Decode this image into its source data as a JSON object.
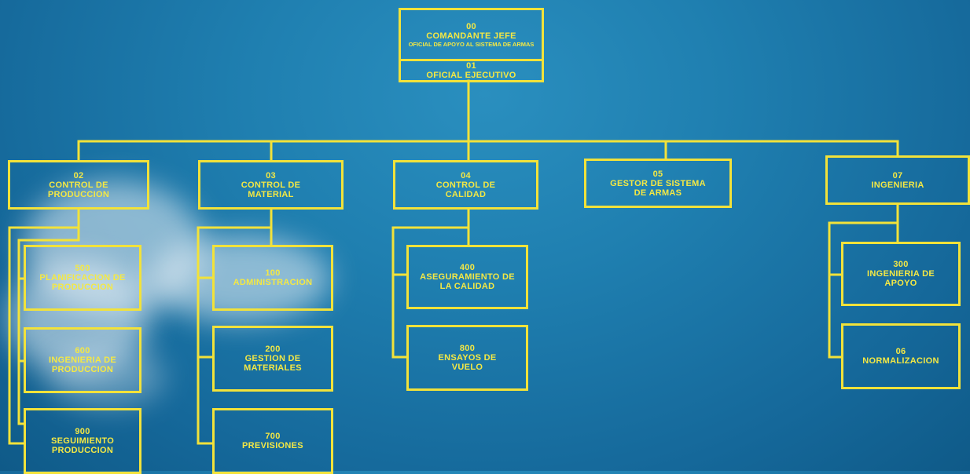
{
  "top": {
    "code": "00",
    "title": "COMANDANTE JEFE",
    "subtitle": "OFICIAL DE APOYO AL SISTEMA DE ARMAS",
    "code2": "01",
    "title2": "OFICIAL EJECUTIVO"
  },
  "departments": [
    {
      "code": "02",
      "line1": "CONTROL DE",
      "line2": "PRODUCCION",
      "children": [
        {
          "code": "500",
          "line1": "PLANIFICACION DE",
          "line2": "PRODUCCION"
        },
        {
          "code": "600",
          "line1": "INGENIERIA DE",
          "line2": "PRODUCCION"
        },
        {
          "code": "900",
          "line1": "SEGUIMIENTO",
          "line2": "PRODUCCION"
        }
      ]
    },
    {
      "code": "03",
      "line1": "CONTROL DE",
      "line2": "MATERIAL",
      "children": [
        {
          "code": "100",
          "line1": "ADMINISTRACION",
          "line2": ""
        },
        {
          "code": "200",
          "line1": "GESTION DE",
          "line2": "MATERIALES"
        },
        {
          "code": "700",
          "line1": "PREVISIONES",
          "line2": ""
        }
      ]
    },
    {
      "code": "04",
      "line1": "CONTROL DE",
      "line2": "CALIDAD",
      "children": [
        {
          "code": "400",
          "line1": "ASEGURAMIENTO DE",
          "line2": "LA CALIDAD"
        },
        {
          "code": "800",
          "line1": "ENSAYOS DE",
          "line2": "VUELO"
        }
      ]
    },
    {
      "code": "05",
      "line1": "GESTOR DE SISTEMA",
      "line2": "DE ARMAS",
      "children": []
    },
    {
      "code": "07",
      "line1": "INGENIERIA",
      "line2": "",
      "children": [
        {
          "code": "300",
          "line1": "INGENIERIA DE",
          "line2": "APOYO"
        },
        {
          "code": "06",
          "line1": "NORMALIZACION",
          "line2": ""
        }
      ]
    }
  ],
  "colors": {
    "line": "#f2e23a",
    "text": "#f4e844",
    "sky": "#1f7fb0"
  }
}
